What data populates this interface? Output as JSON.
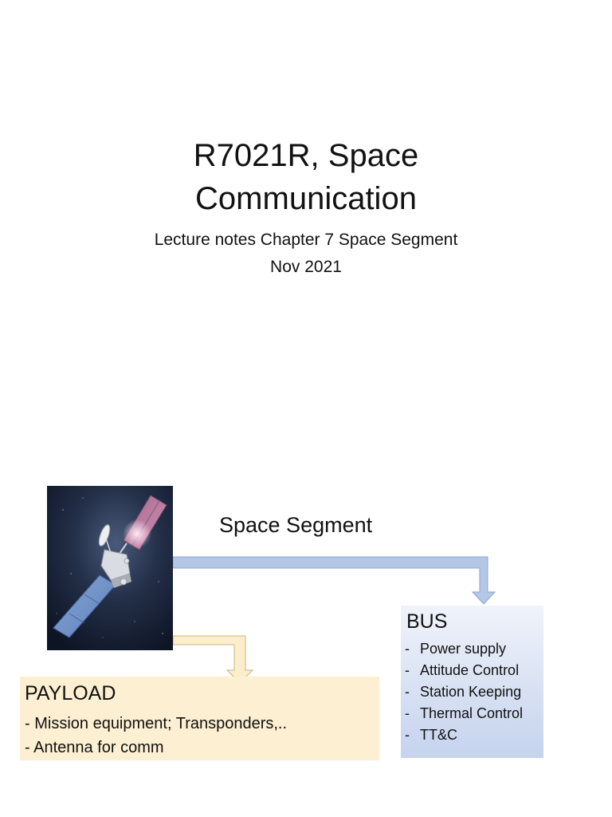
{
  "title": {
    "line1": "R7021R, Space",
    "line2": "Communication"
  },
  "subtitle": {
    "line1": "Lecture notes Chapter 7 Space Segment",
    "line2": "Nov 2021"
  },
  "diagram": {
    "center_label": "Space Segment",
    "satellite_image": "satellite-illustration",
    "colors": {
      "bus_arrow": "#b4c7e7",
      "bus_arrow_stroke": "#8aa5d3",
      "payload_arrow": "#fdeecb",
      "payload_arrow_stroke": "#c9b47e",
      "bus_box": "#c5d3ee",
      "payload_box": "#fdf0d2"
    },
    "bus": {
      "title": "BUS",
      "items": [
        "Power supply",
        "Attitude Control",
        "Station Keeping",
        "Thermal Control",
        "TT&C"
      ]
    },
    "payload": {
      "title": "PAYLOAD",
      "items": [
        "- Mission equipment; Transponders,..",
        "- Antenna for comm"
      ]
    }
  }
}
